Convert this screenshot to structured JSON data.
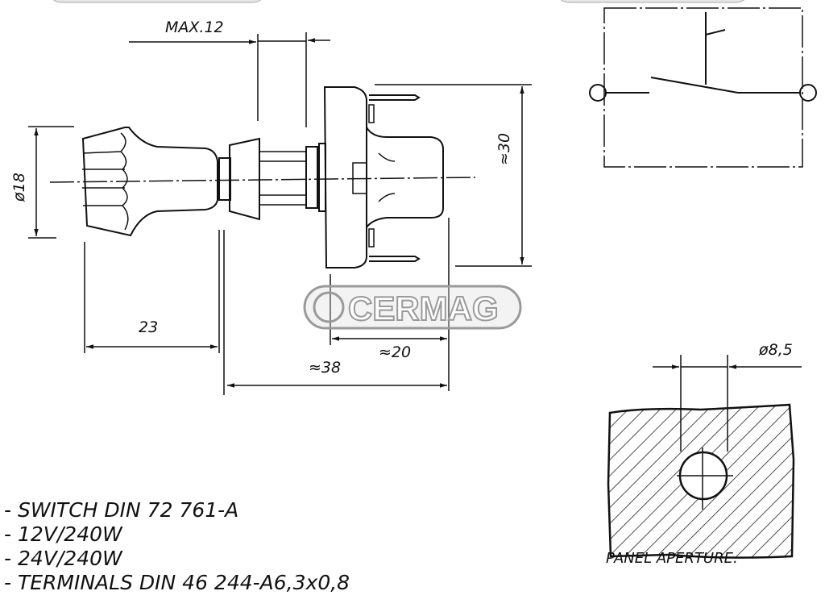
{
  "drawing": {
    "dimensions": {
      "max12": "MAX.12",
      "dia18": "ø18",
      "approx30": "≈30",
      "d23": "23",
      "approx20": "≈20",
      "approx38": "≈38",
      "dia85": "ø8,5"
    },
    "watermark": "CERMAG",
    "panel_label": "PANEL  APERTURE."
  },
  "specs": [
    "- SWITCH DIN 72 761-A",
    "- 12V/240W",
    "- 24V/240W",
    "- TERMINALS DIN 46 244-A6,3x0,8"
  ]
}
